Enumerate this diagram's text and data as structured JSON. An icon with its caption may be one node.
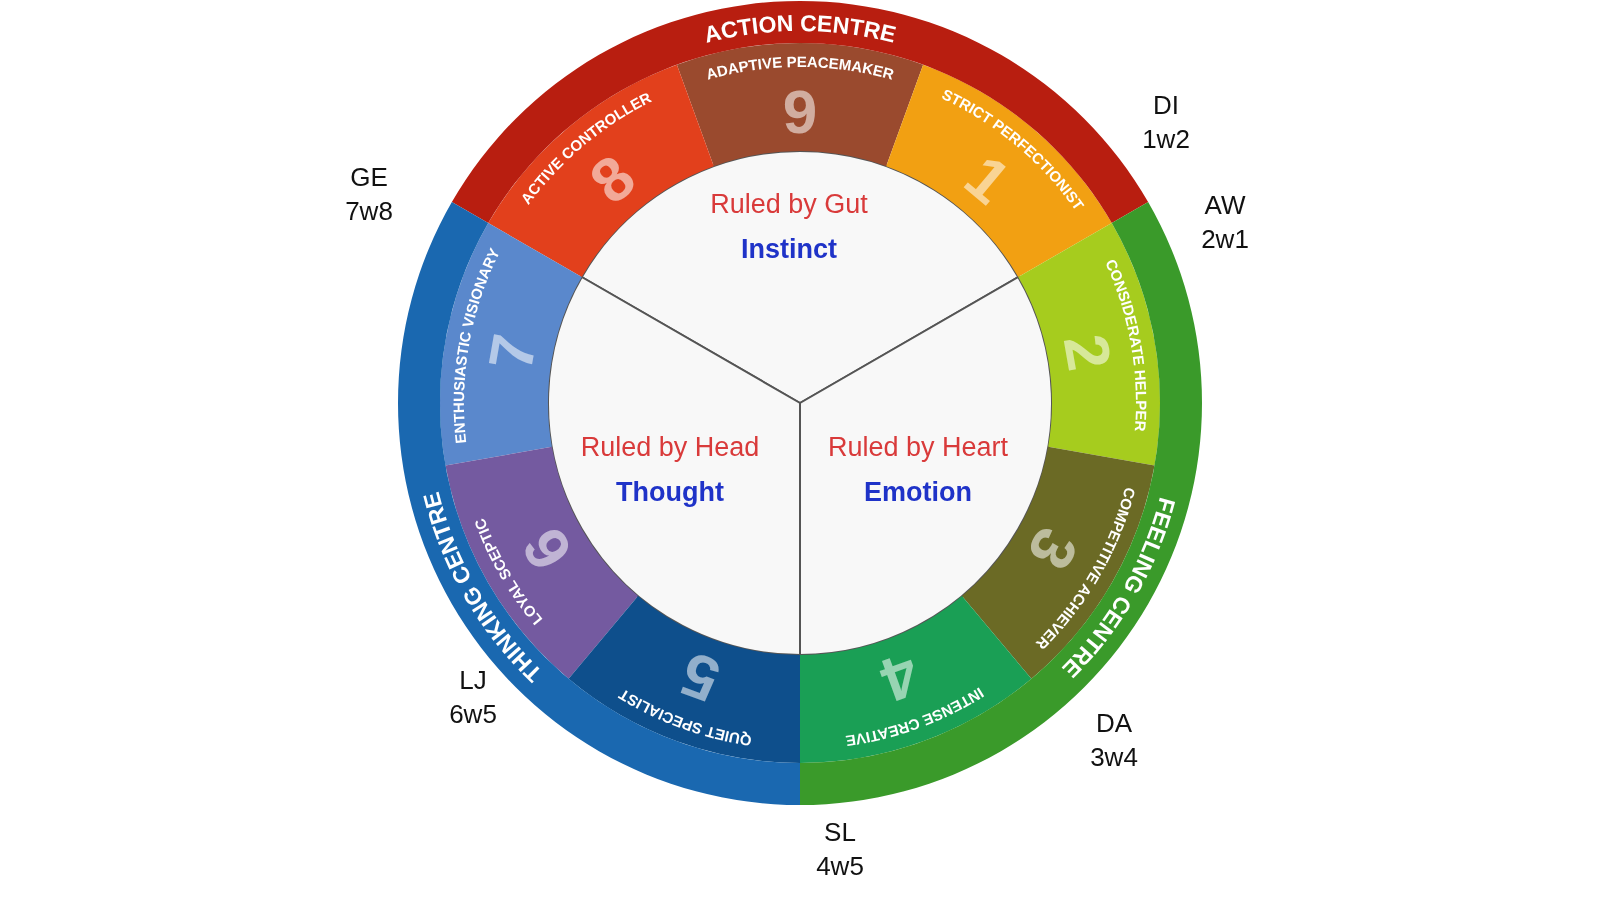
{
  "diagram": {
    "nodes": [
      {
        "text": [
          "ACTION CENTRE"
        ]
      },
      {
        "text": [
          "ADAPTIVE PEACEMAKER",
          "9"
        ]
      },
      {
        "text": [
          "ACTIVE CONTROLLER",
          "8"
        ]
      },
      {
        "text": [
          "STRICT PERFECTIONIST",
          "1"
        ]
      },
      {
        "text": [
          "Ruled by Gut",
          "Instinct"
        ]
      },
      {
        "text": [
          "ENTHUSIASTIC VISIONARY",
          "7"
        ]
      },
      {
        "text": [
          "CONSIDERATE HELPER",
          "2"
        ]
      },
      {
        "text": [
          "Ruled by Head",
          "Thought"
        ]
      },
      {
        "text": [
          "Ruled by Heart",
          "Emotion"
        ]
      },
      {
        "text": [
          "FEELING CENTRE"
        ]
      },
      {
        "text": [
          "THINKING CENTRE"
        ]
      },
      {
        "text": [
          "LOYAL SCEPTIC",
          "6"
        ]
      },
      {
        "text": [
          "COMPETITIVE ACHIEVER",
          "3"
        ]
      },
      {
        "text": [
          "QUIET SPECIALIST",
          "5"
        ]
      },
      {
        "text": [
          "INTENSE CREATIVE",
          "4"
        ]
      }
    ],
    "labels": [
      "DI 1w2",
      "GE 7w8",
      "AW 2w1",
      "LJ 6w5",
      "DA 3w4",
      "SL 4w5"
    ]
  }
}
